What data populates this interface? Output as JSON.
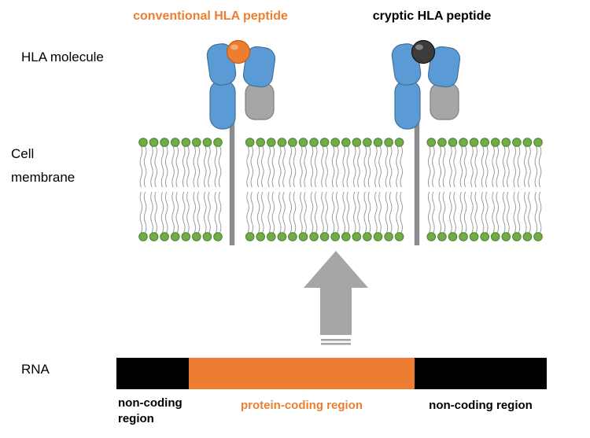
{
  "title_labels": {
    "conventional": "conventional HLA peptide",
    "cryptic": "cryptic HLA peptide"
  },
  "side_labels": {
    "hla_molecule": "HLA molecule",
    "cell_membrane": "Cell membrane",
    "rna": "RNA"
  },
  "rna": {
    "segments": [
      {
        "name": "noncoding-left",
        "label": "non-coding region",
        "color": "#000000",
        "width_pct": 16.8
      },
      {
        "name": "protein-coding",
        "label": "protein-coding region",
        "color": "#ed7d31",
        "width_pct": 52.5
      },
      {
        "name": "noncoding-right",
        "label": "non-coding region",
        "color": "#000000",
        "width_pct": 30.7
      }
    ]
  },
  "molecules": [
    {
      "name": "conventional",
      "peptide_label": "conventional HLA peptide",
      "peptide_color": "#ed7d31",
      "peptide_border": "#c55a11"
    },
    {
      "name": "cryptic",
      "peptide_label": "cryptic HLA peptide",
      "peptide_color": "#3b3b3b",
      "peptide_border": "#141414"
    }
  ],
  "membrane": {
    "lipid_count": 38
  },
  "colors": {
    "blue": "#5b9bd5",
    "blue_border": "#41719c",
    "gray": "#a6a6a6",
    "gray_border": "#7f7f7f",
    "stem": "#8c8c8c",
    "arrow": "#a6a6a6",
    "green": "#70ad47",
    "green_border": "#507e32",
    "tail": "#9b9b9b",
    "orange_text": "#ed7d31"
  }
}
